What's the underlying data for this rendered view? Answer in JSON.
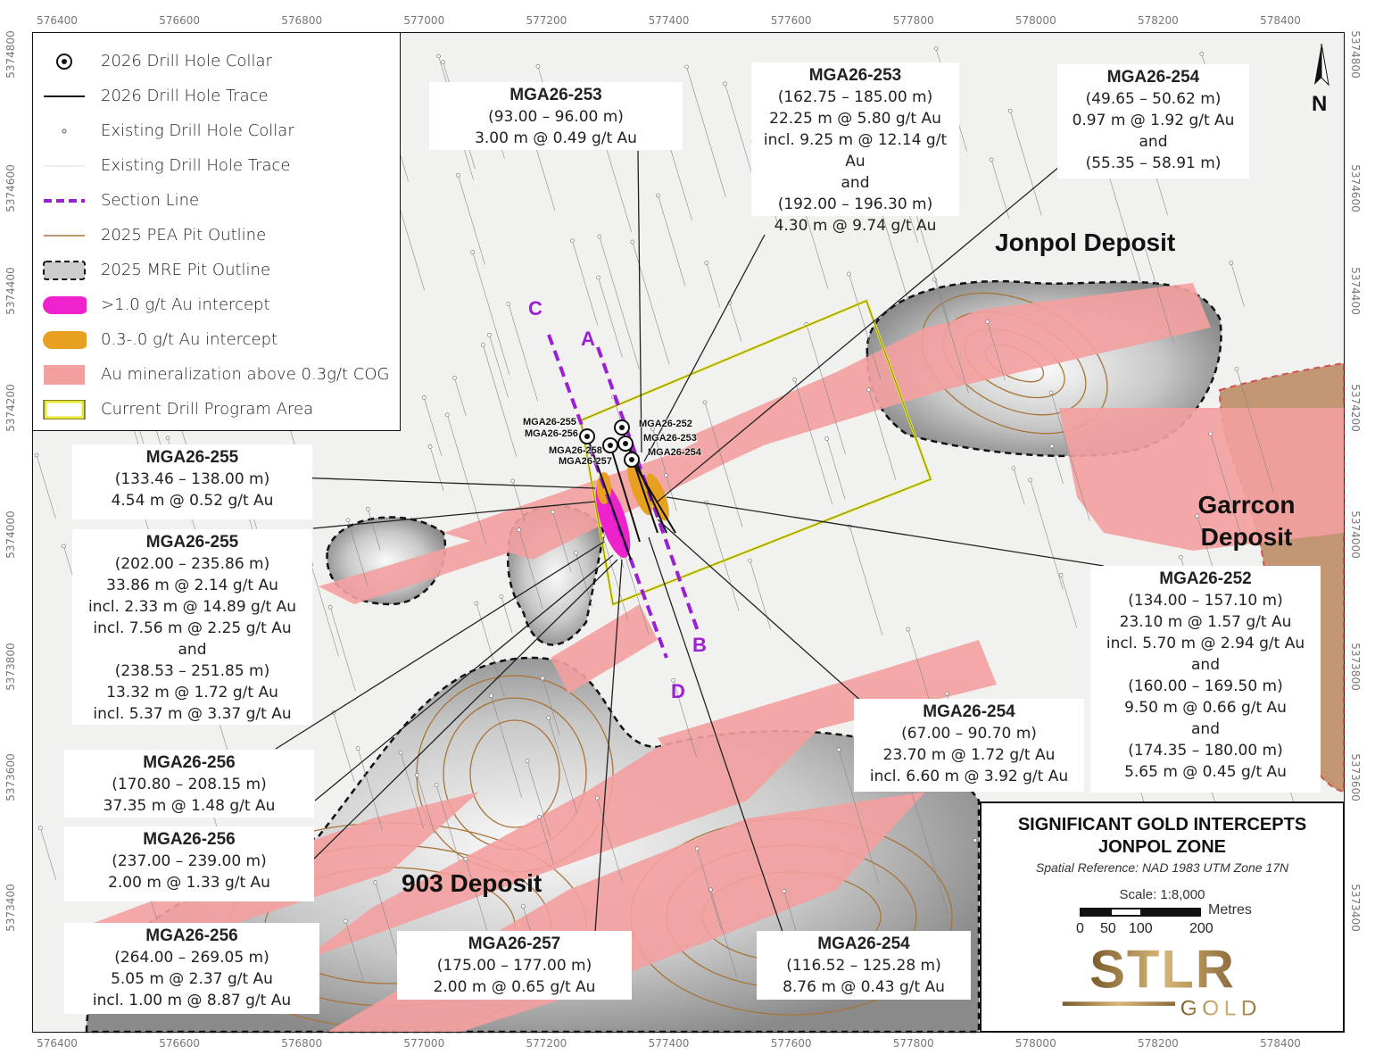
{
  "axes": {
    "x_ticks": [
      "576400",
      "576600",
      "576800",
      "577000",
      "577200",
      "577400",
      "577600",
      "577800",
      "578000",
      "578200",
      "578400"
    ],
    "y_ticks": [
      "5374800",
      "5374600",
      "5374400",
      "5374200",
      "5374000",
      "5373800",
      "5373600",
      "5373400"
    ]
  },
  "legend": [
    {
      "icon": "drill-collar-icon",
      "label": "2026 Drill Hole Collar"
    },
    {
      "icon": "drill-trace-icon",
      "label": "2026 Drill Hole Trace"
    },
    {
      "icon": "existing-collar-icon",
      "label": "Existing Drill Hole Collar"
    },
    {
      "icon": "existing-trace-icon",
      "label": "Existing Drill Hole Trace"
    },
    {
      "icon": "section-line-icon",
      "label": "Section Line"
    },
    {
      "icon": "pea-pit-icon",
      "label": "2025 PEA Pit Outline"
    },
    {
      "icon": "mre-pit-icon",
      "label": "2025 MRE Pit Outline"
    },
    {
      "icon": "high-intercept-icon",
      "label": ">1.0 g/t Au intercept"
    },
    {
      "icon": "low-intercept-icon",
      "label": "0.3-.0 g/t Au intercept"
    },
    {
      "icon": "mineralization-icon",
      "label": "Au mineralization above 0.3g/t COG"
    },
    {
      "icon": "program-area-icon",
      "label": "Current Drill Program Area"
    }
  ],
  "deposits": [
    "Jonpol Deposit",
    "Garrcon Deposit",
    "903 Deposit"
  ],
  "section_letters": [
    "C",
    "A",
    "B",
    "D"
  ],
  "drill_holes": [
    "MGA26-255",
    "MGA26-256",
    "MGA26-258",
    "MGA26-257",
    "MGA26-252",
    "MGA26-253",
    "MGA26-254"
  ],
  "callouts": [
    {
      "title": "MGA26-253",
      "lines": [
        "(93.00 – 96.00 m)",
        "3.00 m @ 0.49 g/t Au"
      ]
    },
    {
      "title": "MGA26-253",
      "lines": [
        "(162.75 – 185.00 m)",
        "22.25 m @ 5.80 g/t Au",
        "incl. 9.25 m @ 12.14 g/t Au",
        "and",
        "(192.00 – 196.30 m)",
        "4.30 m @ 9.74 g/t Au"
      ]
    },
    {
      "title": "MGA26-254",
      "lines": [
        "(49.65 – 50.62 m)",
        "0.97 m @ 1.92 g/t Au",
        "and",
        "(55.35 – 58.91 m)"
      ]
    },
    {
      "title": "MGA26-255",
      "lines": [
        "(133.46 – 138.00 m)",
        "4.54 m @ 0.52 g/t Au"
      ]
    },
    {
      "title": "MGA26-255",
      "lines": [
        "(202.00 – 235.86 m)",
        "33.86 m @ 2.14 g/t Au",
        "incl. 2.33 m @ 14.89 g/t Au",
        "incl. 7.56 m @ 2.25 g/t Au",
        "and",
        "(238.53 – 251.85 m)",
        "13.32 m @ 1.72 g/t Au",
        "incl. 5.37 m @ 3.37 g/t Au"
      ]
    },
    {
      "title": "MGA26-256",
      "lines": [
        "(170.80 – 208.15 m)",
        "37.35 m @ 1.48 g/t Au"
      ]
    },
    {
      "title": "MGA26-256",
      "lines": [
        "(237.00 – 239.00 m)",
        "2.00 m @ 1.33 g/t Au"
      ]
    },
    {
      "title": "MGA26-256",
      "lines": [
        "(264.00 – 269.05 m)",
        "5.05 m @ 2.37 g/t Au",
        "incl. 1.00 m @ 8.87 g/t Au"
      ]
    },
    {
      "title": "MGA26-257",
      "lines": [
        "(175.00 – 177.00 m)",
        "2.00 m @ 0.65 g/t Au"
      ]
    },
    {
      "title": "MGA26-254",
      "lines": [
        "(116.52 – 125.28 m)",
        "8.76 m @ 0.43 g/t Au"
      ]
    },
    {
      "title": "MGA26-254",
      "lines": [
        "(67.00 – 90.70 m)",
        "23.70 m @ 1.72 g/t Au",
        "incl. 6.60 m @ 3.92 g/t Au"
      ]
    },
    {
      "title": "MGA26-252",
      "lines": [
        "(134.00 – 157.10 m)",
        "23.10 m @ 1.57 g/t Au",
        "incl. 5.70 m @ 2.94 g/t Au",
        "and",
        "(160.00 – 169.50 m)",
        "9.50 m @ 0.66 g/t Au",
        "and",
        "(174.35 – 180.00 m)",
        "5.65 m @ 0.45 g/t Au"
      ]
    }
  ],
  "title_block": {
    "title_line1": "SIGNIFICANT GOLD INTERCEPTS",
    "title_line2": "JONPOL ZONE",
    "spatial_reference": "Spatial Reference: NAD 1983 UTM Zone 17N",
    "scale": "Scale: 1:8,000",
    "scale_unit": "Metres",
    "scale_labels": [
      "0",
      "50",
      "100",
      "200"
    ],
    "logo_text": "STLR GOLD"
  },
  "north_arrow": "N",
  "colors": {
    "mineralization": "#f4a0a0",
    "high_intercept": "#ee22cc",
    "low_intercept": "#e8a020",
    "section": "#9b1fd4",
    "program_area": "#e8e830",
    "pit": "#a8743a"
  }
}
